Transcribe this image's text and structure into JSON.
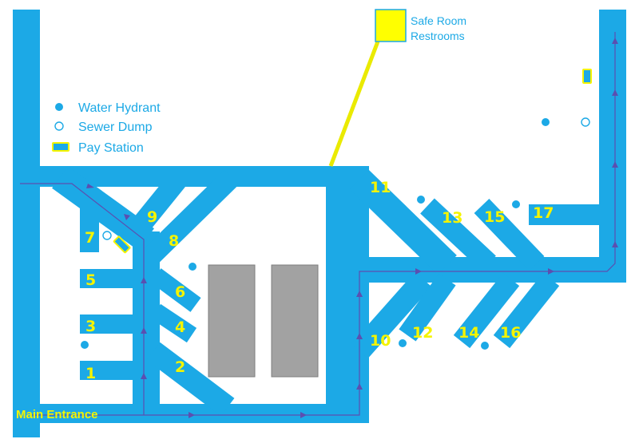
{
  "colors": {
    "road": "#1ca9e6",
    "label": "#f4f400",
    "arrow": "#5b4fb0",
    "building": "#a2a2a2",
    "building_border": "#7e7e7e",
    "safe_room": "#ffff00",
    "safe_line": "#eaea00",
    "legend_text": "#1ca9e6"
  },
  "legend": {
    "water_hydrant": "Water Hydrant",
    "sewer_dump": "Sewer Dump",
    "pay_station": "Pay Station"
  },
  "main_entrance": "Main Entrance",
  "safe_room": {
    "line1": "Safe Room",
    "line2": "Restrooms"
  },
  "sites": [
    "1",
    "2",
    "3",
    "4",
    "5",
    "6",
    "7",
    "8",
    "9",
    "10",
    "11",
    "12",
    "13",
    "14",
    "15",
    "16",
    "17"
  ],
  "icons": {
    "hydrant": "water-hydrant-icon",
    "sewer": "sewer-dump-icon",
    "pay": "pay-station-icon",
    "arrow": "direction-arrow-icon"
  }
}
